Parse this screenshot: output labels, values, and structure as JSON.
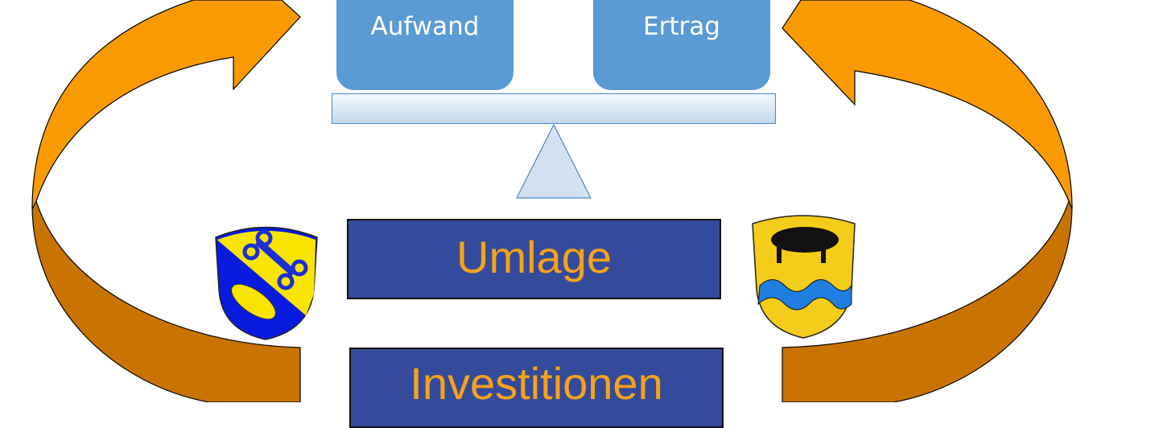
{
  "balance": {
    "left_pan": "Aufwand",
    "right_pan": "Ertrag"
  },
  "boxes": {
    "umlage": "Umlage",
    "investitionen": "Investitionen"
  },
  "colors": {
    "arrow_light": "#f99b00",
    "arrow_dark": "#c97400",
    "pan": "#5b9bd5",
    "box": "#334b9a",
    "box_text": "#f7a21a"
  }
}
